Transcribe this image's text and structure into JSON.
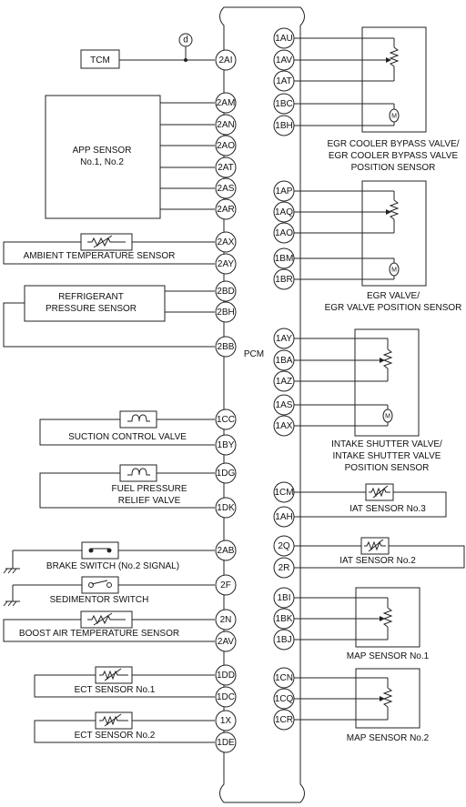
{
  "pcm_label": "PCM",
  "splice_label": "d",
  "left_labels": {
    "tcm": "TCM",
    "app1": "APP SENSOR",
    "app2": "No.1, No.2",
    "ambient": "AMBIENT TEMPERATURE SENSOR",
    "ref1": "REFRIGERANT",
    "ref2": "PRESSURE SENSOR",
    "suction": "SUCTION CONTROL VALVE",
    "fuel1": "FUEL PRESSURE",
    "fuel2": "RELIEF VALVE",
    "brake": "BRAKE SWITCH (No.2 SIGNAL)",
    "sedimentor": "SEDIMENTOR SWITCH",
    "boost": "BOOST AIR TEMPERATURE SENSOR",
    "ect1": "ECT SENSOR No.1",
    "ect2": "ECT SENSOR No.2"
  },
  "right_labels": {
    "egrc1": "EGR COOLER BYPASS VALVE/",
    "egrc2": "EGR COOLER BYPASS VALVE",
    "egrc3": "POSITION SENSOR",
    "egr1": "EGR VALVE/",
    "egr2": "EGR VALVE POSITION SENSOR",
    "is1": "INTAKE SHUTTER VALVE/",
    "is2": "INTAKE SHUTTER VALVE",
    "is3": "POSITION SENSOR",
    "iat3": "IAT SENSOR No.3",
    "iat2": "IAT SENSOR No.2",
    "map1": "MAP SENSOR No.1",
    "map2": "MAP SENSOR No.2"
  },
  "left_pins": [
    "2AI",
    "2AM",
    "2AN",
    "2AO",
    "2AT",
    "2AS",
    "2AR",
    "2AX",
    "2AY",
    "2BD",
    "2BH",
    "2BB",
    "1CC",
    "1BY",
    "1DG",
    "1DK",
    "2AB",
    "2F",
    "2N",
    "2AV",
    "1DD",
    "1DC",
    "1X",
    "1DE"
  ],
  "right_pins": [
    "1AU",
    "1AV",
    "1AT",
    "1BC",
    "1BH",
    "1AP",
    "1AQ",
    "1AO",
    "1BM",
    "1BR",
    "1AY",
    "1BA",
    "1AZ",
    "1AS",
    "1AX",
    "1CM",
    "1AH",
    "2Q",
    "2R",
    "1BI",
    "1BK",
    "1BJ",
    "1CN",
    "1CQ",
    "1CR"
  ]
}
